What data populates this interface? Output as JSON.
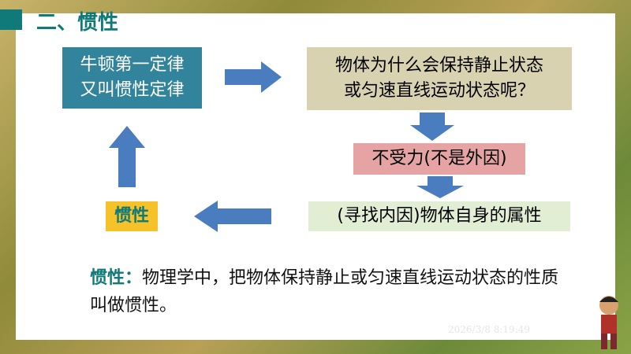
{
  "title": "二、惯性",
  "boxes": {
    "newton_line1": "牛顿第一定律",
    "newton_line2": "又叫惯性定律",
    "question_line1": "物体为什么会保持静止状态",
    "question_line2": "或匀速直线运动状态呢？",
    "no_force": "不受力(不是外因)",
    "property": "(寻找内因)物体自身的属性",
    "inertia": "惯性"
  },
  "definition": {
    "term": "惯性：",
    "text": "物理学中，把物体保持静止或匀速直线运动状态的性质叫做惯性。"
  },
  "timestamp": "2026/3/8 8:19:49",
  "colors": {
    "accent": "#107a78",
    "arrow": "#4a7cc0"
  }
}
